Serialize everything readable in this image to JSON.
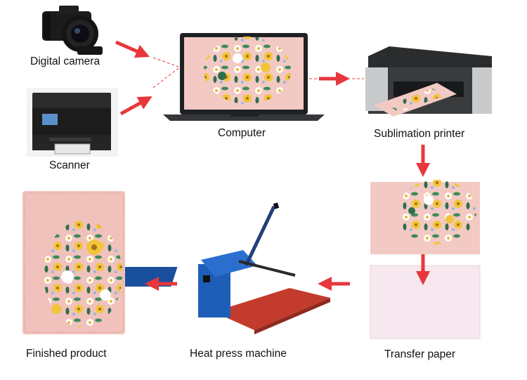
{
  "labels": {
    "camera": "Digital camera",
    "scanner": "Scanner",
    "computer": "Computer",
    "printer": "Sublimation printer",
    "heat_press": "Heat press machine",
    "transfer": "Transfer paper",
    "finished": "Finished product"
  },
  "colors": {
    "arrow": "#e8373c",
    "print_pink": "#f3c9c3",
    "blank_paper": "#f7e7ee",
    "cover_pink": "#f0c2bb"
  }
}
